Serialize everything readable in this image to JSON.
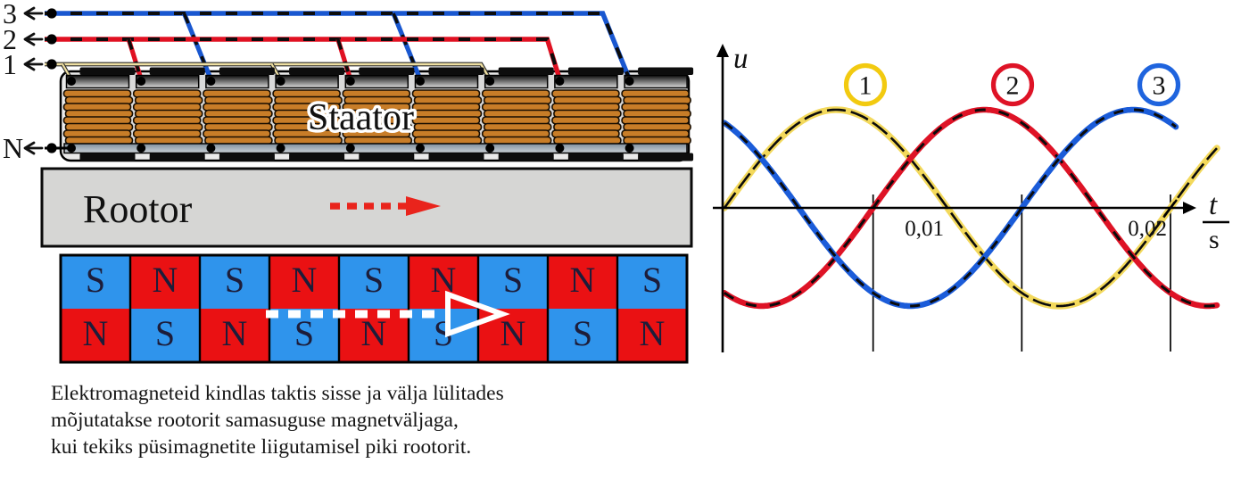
{
  "diagram": {
    "stator_label": "Staator",
    "rotor_label": "Rootor",
    "neutral_label": "N",
    "phases": [
      {
        "id": "3",
        "color": "#1957d0",
        "style": "dashed"
      },
      {
        "id": "2",
        "color": "#e01122",
        "style": "dashed"
      },
      {
        "id": "1",
        "color": "#efe0a2",
        "style": "outlined"
      }
    ],
    "coil_phases": [
      "1",
      "2",
      "3",
      "1",
      "2",
      "3",
      "1",
      "2",
      "3"
    ],
    "magnet_colors": {
      "blue": "#2f94ec",
      "red": "#ea1113"
    },
    "magnet_rows": [
      {
        "poles": [
          "S",
          "N",
          "S",
          "N",
          "S",
          "N",
          "S",
          "N",
          "S"
        ],
        "colors": [
          "blue",
          "red",
          "blue",
          "red",
          "blue",
          "red",
          "blue",
          "red",
          "blue"
        ]
      },
      {
        "poles": [
          "N",
          "S",
          "N",
          "S",
          "N",
          "S",
          "N",
          "S",
          "N"
        ],
        "colors": [
          "red",
          "blue",
          "red",
          "blue",
          "red",
          "blue",
          "red",
          "blue",
          "red"
        ]
      }
    ],
    "caption_lines": [
      "Elektromagneteid kindlas taktis sisse ja välja lülitades",
      "mõjutatakse rootorit samasuguse magnetväljaga,",
      "kui tekiks püsimagnetite liigutamisel piki rootorit."
    ]
  },
  "chart_data": {
    "type": "line",
    "title": "",
    "ylabel": "u",
    "xlabel_numerator": "t",
    "xlabel_denominator": "s",
    "period_s": 0.02,
    "amplitude": 1,
    "ylim": [
      -1.2,
      1.2
    ],
    "x_ticks": [
      {
        "label": "0,01",
        "t": 0.01
      },
      {
        "label": "0,02",
        "t": 0.02
      }
    ],
    "gridlines_t": [
      0.006667,
      0.013333,
      0.02
    ],
    "series": [
      {
        "name": "1",
        "phase_deg": 0,
        "color": "#f3d95c",
        "ring_color": "#f2ca10",
        "t_end": 0.0221
      },
      {
        "name": "2",
        "phase_deg": -120,
        "color": "#de1326",
        "ring_color": "#de1326",
        "t_end": 0.0221
      },
      {
        "name": "3",
        "phase_deg": 120,
        "color": "#1b5cd9",
        "ring_color": "#1f64de",
        "t_end": 0.0203
      }
    ]
  }
}
